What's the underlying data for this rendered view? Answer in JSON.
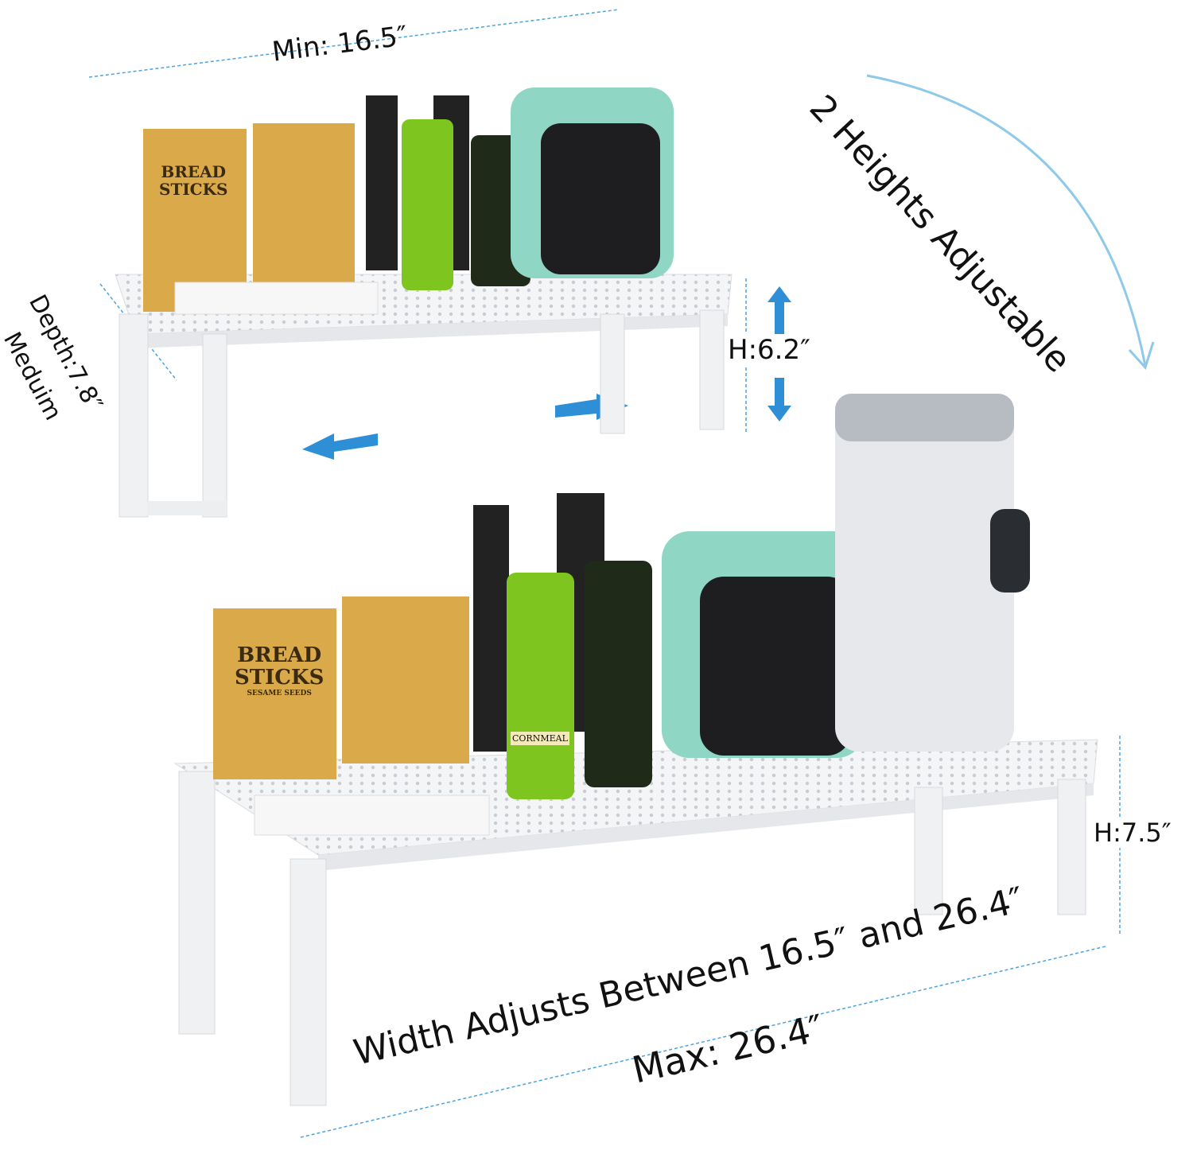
{
  "labels": {
    "min_width": "Min: 16.5″",
    "heights": "2 Heights Adjustable",
    "depth": "Depth:7.8″",
    "depth_size": "Meduim",
    "height_low": "H:6.2″",
    "height_high": "H:7.5″",
    "width_range": "Width Adjusts Between 16.5″ and 26.4″",
    "max_width": "Max: 26.4″"
  },
  "products": {
    "bag_title_1": "BREAD",
    "bag_title_2": "STICKS",
    "bag_sub": "SESAME SEEDS",
    "bottle_label": "CORNMEAL"
  },
  "colors": {
    "accent": "#2e8fd6",
    "shelf": "#f2f3f5",
    "toaster": "#8fd6c4",
    "bag": "#d9a94a"
  }
}
